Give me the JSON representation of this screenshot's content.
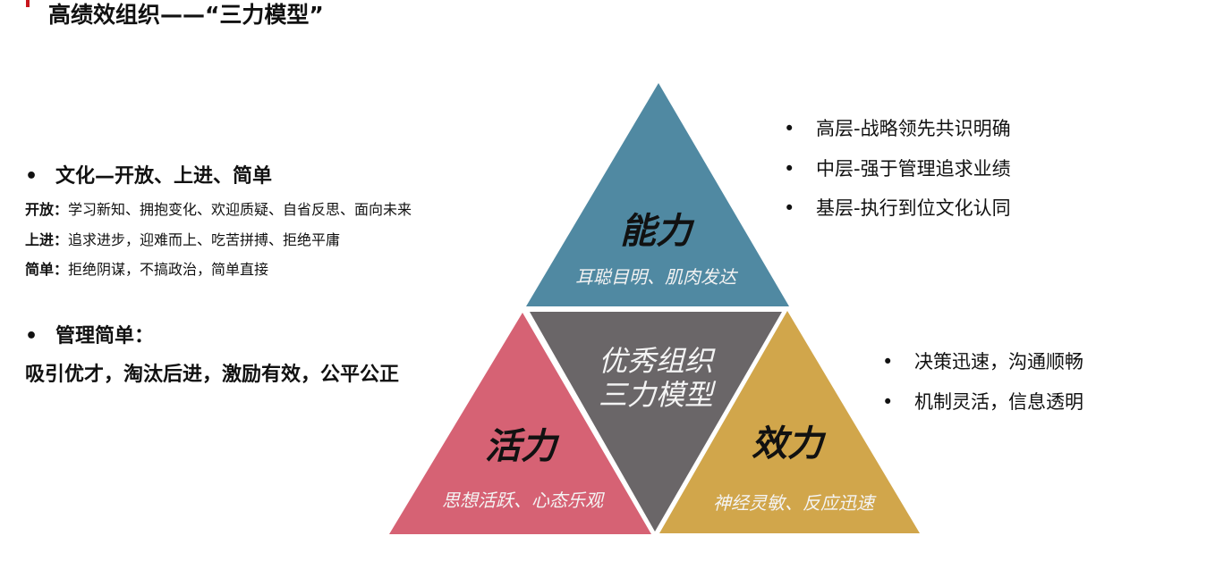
{
  "header": {
    "title": "高绩效组织——“三力模型”",
    "accent_color": "#c8161d"
  },
  "left": {
    "culture": {
      "heading": "文化—开放、上进、简单",
      "items": [
        {
          "label": "开放：",
          "text": "学习新知、拥抱变化、欢迎质疑、自省反思、面向未来"
        },
        {
          "label": "上进：",
          "text": "追求进步，迎难而上、吃苦拼搏、拒绝平庸"
        },
        {
          "label": "简单：",
          "text": "拒绝阴谋，不搞政治，简单直接"
        }
      ]
    },
    "management": {
      "heading": "管理简单：",
      "text": "吸引优才，淘汰后进，激励有效，公平公正"
    }
  },
  "right_top": {
    "items": [
      "高层-战略领先共识明确",
      "中层-强于管理追求业绩",
      "基层-执行到位文化认同"
    ]
  },
  "right_bottom": {
    "items": [
      "决策迅速，沟通顺畅",
      "机制灵活，信息透明"
    ]
  },
  "diagram": {
    "top": {
      "title": "能力",
      "subtitle": "耳聪目明、肌肉发达",
      "color": "#5089a2"
    },
    "center": {
      "line1": "优秀组织",
      "line2": "三力模型",
      "color": "#6a6668"
    },
    "left": {
      "title": "活力",
      "subtitle": "思想活跃、心态乐观",
      "color": "#d66274"
    },
    "right": {
      "title": "效力",
      "subtitle": "神经灵敏、反应迅速",
      "color": "#d1a64b"
    }
  },
  "bullet": "•"
}
